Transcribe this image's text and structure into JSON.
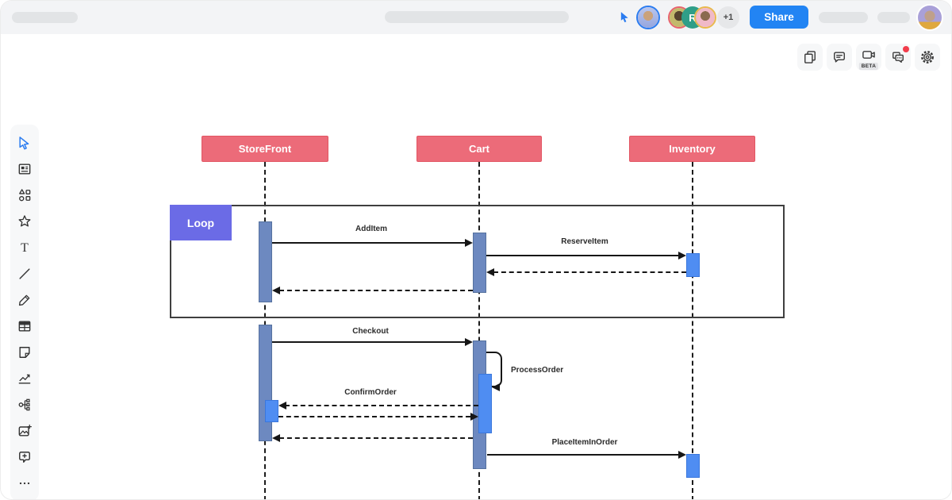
{
  "topbar": {
    "share_button": "Share",
    "overflow_count": "+1",
    "collaborator_initial": "R"
  },
  "actionbar": {
    "beta_badge": "BETA",
    "buttons": [
      "pages",
      "comment",
      "video-call",
      "chat",
      "settings"
    ]
  },
  "sidebar": {
    "tools": [
      "select",
      "script",
      "shapes",
      "star",
      "text",
      "line",
      "pencil",
      "table",
      "sticky-note",
      "chart",
      "org-chart",
      "image-add",
      "comment-add",
      "more"
    ],
    "text_tool_glyph": "T"
  },
  "diagram": {
    "type": "uml-sequence",
    "actors": [
      "StoreFront",
      "Cart",
      "Inventory"
    ],
    "fragment_label": "Loop",
    "messages": [
      {
        "label": "AddItem",
        "from": "StoreFront",
        "to": "Cart",
        "style": "solid"
      },
      {
        "label": "ReserveItem",
        "from": "Cart",
        "to": "Inventory",
        "style": "solid"
      },
      {
        "label": "",
        "from": "Inventory",
        "to": "Cart",
        "style": "return-dashed"
      },
      {
        "label": "",
        "from": "Cart",
        "to": "StoreFront",
        "style": "return-dashed"
      },
      {
        "label": "Checkout",
        "from": "StoreFront",
        "to": "Cart",
        "style": "solid"
      },
      {
        "label": "ProcessOrder",
        "from": "Cart",
        "to": "Cart",
        "style": "self"
      },
      {
        "label": "ConfirmOrder",
        "from": "Cart",
        "to": "StoreFront",
        "style": "return-dashed"
      },
      {
        "label": "",
        "from": "StoreFront",
        "to": "Cart",
        "style": "return-dashed"
      },
      {
        "label": "",
        "from": "Cart",
        "to": "StoreFront",
        "style": "return-dashed"
      },
      {
        "label": "PlaceItemInOrder",
        "from": "Cart",
        "to": "Inventory",
        "style": "solid"
      }
    ],
    "colors": {
      "actor_fill": "#ec6b79",
      "actor_border": "#e25663",
      "fragment_fill": "#6b6be6",
      "activation_fill": "#6d89c0",
      "activation_nested_fill": "#4f8df2",
      "line_color": "#161616"
    }
  },
  "colors": {
    "accent_blue": "#2284f3",
    "topbar_bg": "#f3f4f6",
    "notification_red": "#f23d4c"
  }
}
